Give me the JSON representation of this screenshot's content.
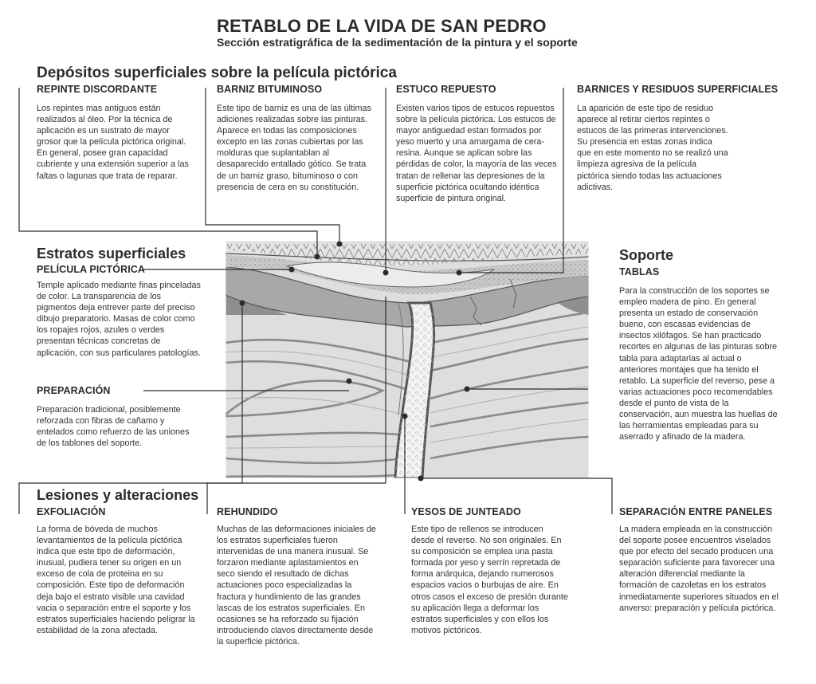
{
  "title": "RETABLO DE LA VIDA DE SAN PEDRO",
  "subtitle": "Sección estratigráfica de la sedimentación de la pintura y el soporte",
  "sections": {
    "depositos": "Depósitos superficiales sobre la película pictórica",
    "estratos": "Estratos superficiales",
    "soporte": "Soporte",
    "lesiones": "Lesiones y alteraciones"
  },
  "items": {
    "repinte": {
      "heading": "REPINTE DISCORDANTE",
      "text": "Los repintes mas antiguos están realizados al óleo. Por la técnica de aplicación es un sustrato de mayor grosor que la película pictórica original. En general, posee gran capacidad cubriente y una extensión superior a las faltas o lagunas que trata de reparar."
    },
    "barniz": {
      "heading": "BARNIZ BITUMINOSO",
      "text": "Este tipo de barniz es una de las últimas adiciones realizadas sobre las pinturas. Aparece en todas las composiciones excepto en las zonas cubiertas por las molduras que suplantablan al desaparecido entallado gótico. Se trata de un barniz graso, bituminoso o con presencia de cera en su constitución."
    },
    "estuco": {
      "heading": "ESTUCO REPUESTO",
      "text": "Existen varios tipos de estucos repuestos sobre la película pictórica. Los estucos de mayor antiguedad estan formados por yeso muerto y una amargama de cera-resina. Aunque se aplican sobre las pérdidas de color, la mayoría de las veces tratan de rellenar las depresiones de la superficie pictórica ocultando idéntica superficie de pintura original."
    },
    "barnices": {
      "heading": "BARNICES Y RESIDUOS SUPERFICIALES",
      "text": "La aparición de este tipo de residuo aparece al retirar ciertos repintes o estucos de las primeras intervenciones. Su presencia en estas zonas indica que en este momento no se realizó una limpieza agresiva de la película pictórica siendo todas las actuaciones adictivas."
    },
    "pelicula": {
      "heading": "PELÍCULA PICTÓRICA",
      "text": "Temple aplicado mediante finas pinceladas de color. La transparencia de los pigmentos deja entrever parte del preciso dibujo preparatorio. Masas de color como los ropajes rojos, azules o verdes presentan técnicas concretas de aplicación, con sus particulares patologías."
    },
    "preparacion": {
      "heading": "PREPARACIÓN",
      "text": "Preparación tradicional, posiblemente reforzada con fibras de cañamo y entelados como refuerzo de las uniones de los tablones del soporte."
    },
    "tablas": {
      "heading": "TABLAS",
      "text": "Para la construcción de los soportes se empleo madera de pino. En general presenta un estado de conservación bueno, con escasas evidencias de insectos xilófagos. Se han practicado recortes en algunas de las pinturas sobre tabla para adaptarlas al actual o anteriores montajes que ha tenido el retablo. La superficie del reverso, pese a varias actuaciones poco recomendables desde el punto de vista de la conservación, aun muestra las huellas de las herramientas empleadas para su aserrado y afinado de la madera."
    },
    "exfoliacion": {
      "heading": "EXFOLIACIÓN",
      "text": "La forma de bóveda de muchos levantamientos de la película pictórica indica que este tipo de deformación, inusual, pudiera tener su origen en un exceso de cola de proteina en su composición. Este tipo de deformación deja bajo el estrato visible una cavidad vacia o separación entre el soporte y los estratos superficiales haciendo peligrar la estabilidad de la zona afectada."
    },
    "rehundido": {
      "heading": "REHUNDIDO",
      "text": "Muchas de las deformaciones iniciales de los estratos superficiales fueron intervenidas de una manera inusual. Se forzaron mediante aplastamientos en seco siendo el resultado de dichas actuaciones poco especializadas la fractura y hundimiento de las grandes lascas de los estratos superficiales. En ocasiones se ha reforzado su fijación introduciendo clavos directamente desde la superficie pictórica."
    },
    "yesos": {
      "heading": "YESOS DE JUNTEADO",
      "text": "Este tipo de rellenos se introducen desde el reverso. No son originales. En su composición se emplea una pasta formada por yeso y serrín repretada de forma anárquica, dejando numerosos espacios vacios o burbujas de aire. En otros casos el exceso de presión durante su aplicación llega a deformar los estratos superficiales y con ellos los motivos pictóricos."
    },
    "separacion": {
      "heading": "SEPARACIÓN ENTRE PANELES",
      "text": "La madera empleada en la construcción del soporte posee encuentros viselados que por efecto del secado producen una separación suficiente para favorecer una alteración diferencial mediante la formación de cazoletas en los estratos inmediatamente superiores situados en el anverso: preparación y película pictórica."
    }
  },
  "colors": {
    "text": "#2b2b2b",
    "line": "#333333",
    "wood": "#d9d9d9",
    "grain": "#8a8a8a",
    "paint": "#b5b5b5",
    "preparation": "#a3a3a3",
    "gypsum": "#f2f2f2"
  }
}
